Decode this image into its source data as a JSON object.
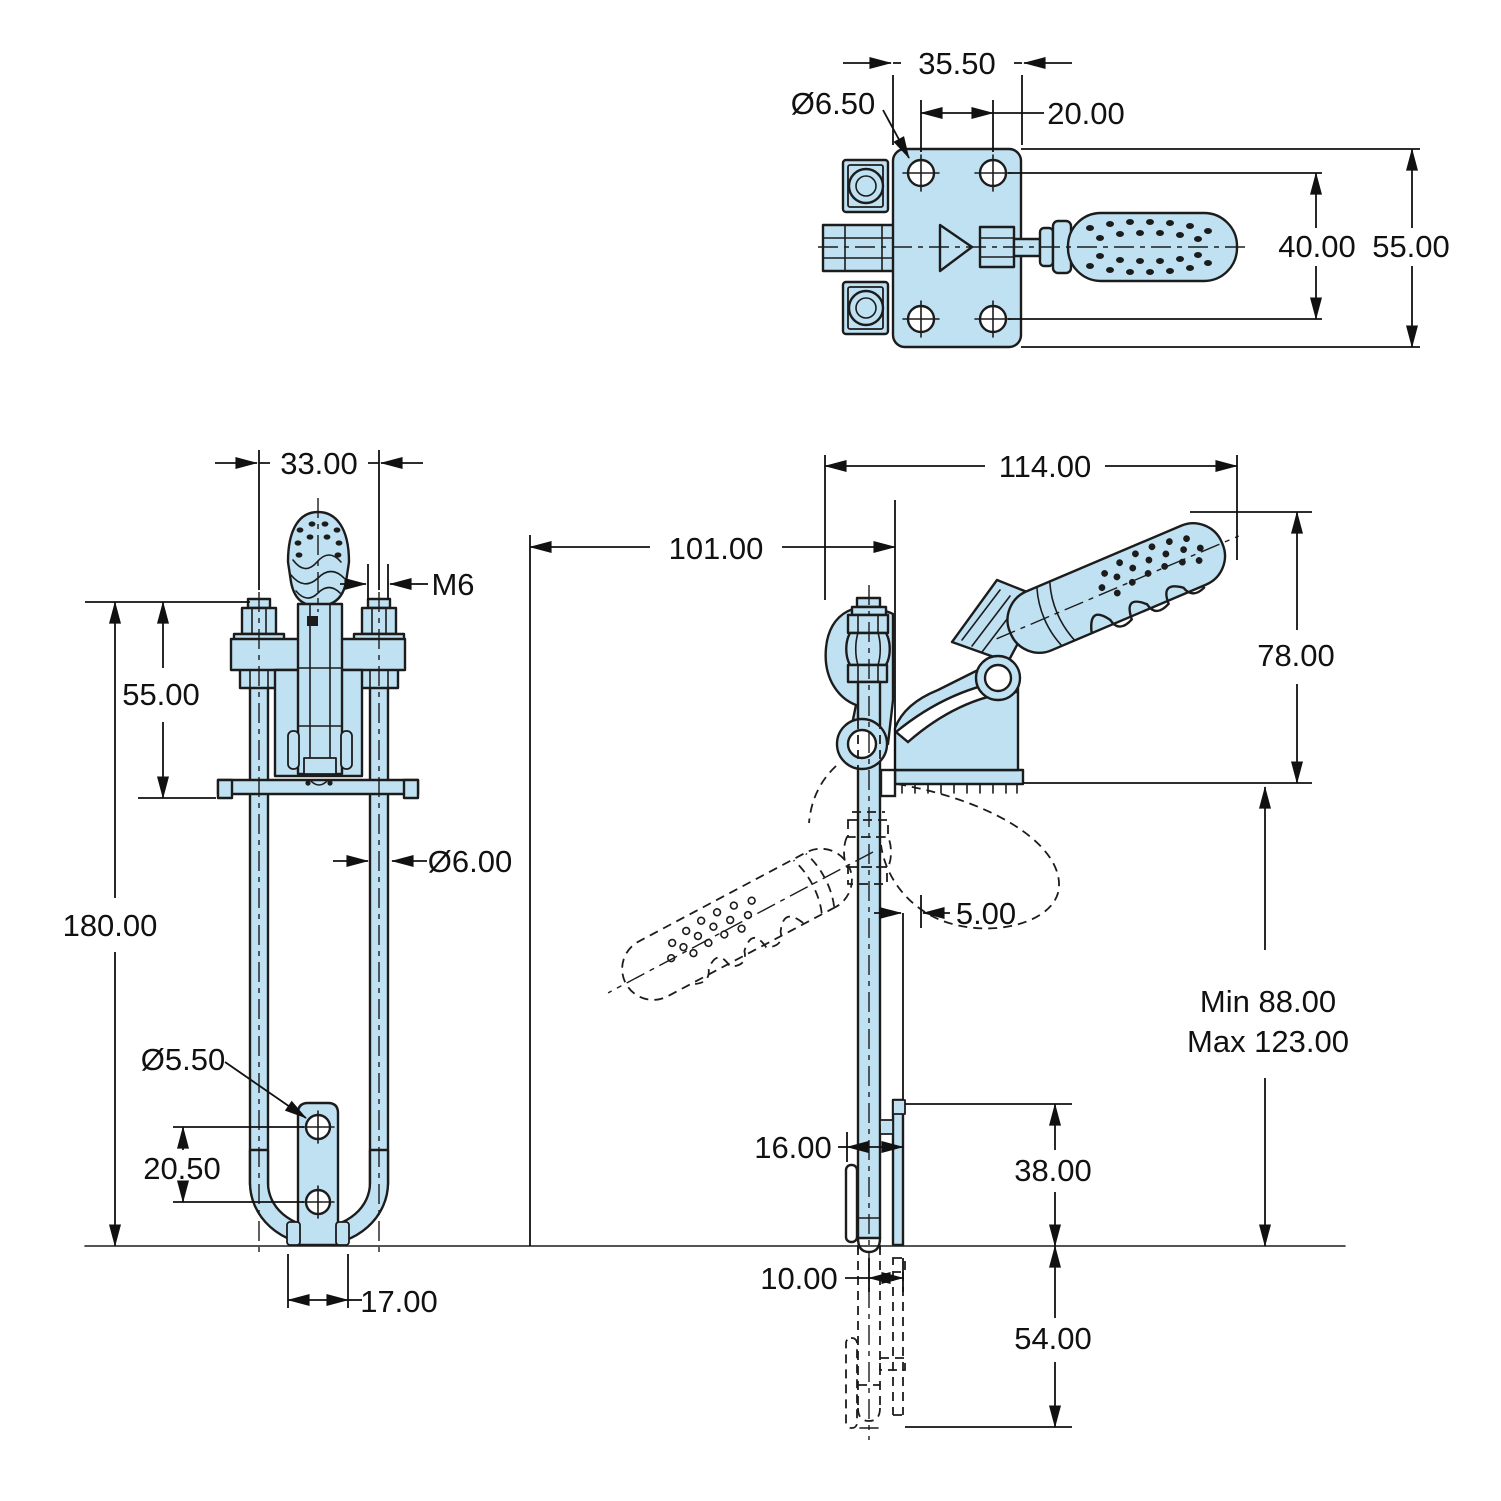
{
  "colors": {
    "part_fill": "#bfe1f2",
    "line": "#1c1c1c",
    "dim": "#111111",
    "background": "#ffffff"
  },
  "dims": {
    "top": {
      "plate_width": "35.50",
      "hole_spacing_h": "20.00",
      "hole_dia": "Ø6.50",
      "hole_spacing_v": "40.00",
      "plate_height": "55.00"
    },
    "front": {
      "rod_spacing": "33.00",
      "thread": "M6",
      "body_height": "55.00",
      "overall_height": "180.00",
      "rod_dia": "Ø6.00",
      "bracket_hole_dia": "Ø5.50",
      "bracket_hole_spacing": "20.50",
      "bracket_width": "17.00"
    },
    "side": {
      "overall_length": "114.00",
      "handle_reach": "101.00",
      "height": "78.00",
      "plate_offset": "5.00",
      "stroke_min": "Min 88.00",
      "stroke_max": "Max 123.00",
      "bar_offset": "16.00",
      "bar_height": "38.00",
      "tip_offset": "10.00",
      "extension": "54.00"
    }
  }
}
